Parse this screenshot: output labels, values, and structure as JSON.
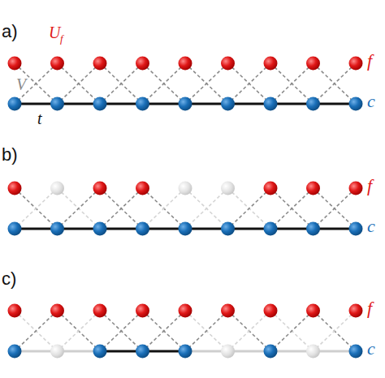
{
  "diagram": {
    "labels": [
      "a)",
      "b)",
      "c)",
      "U",
      "f",
      "V",
      "t",
      "f",
      "c",
      "f",
      "c",
      "f",
      "c"
    ]
  }
}
